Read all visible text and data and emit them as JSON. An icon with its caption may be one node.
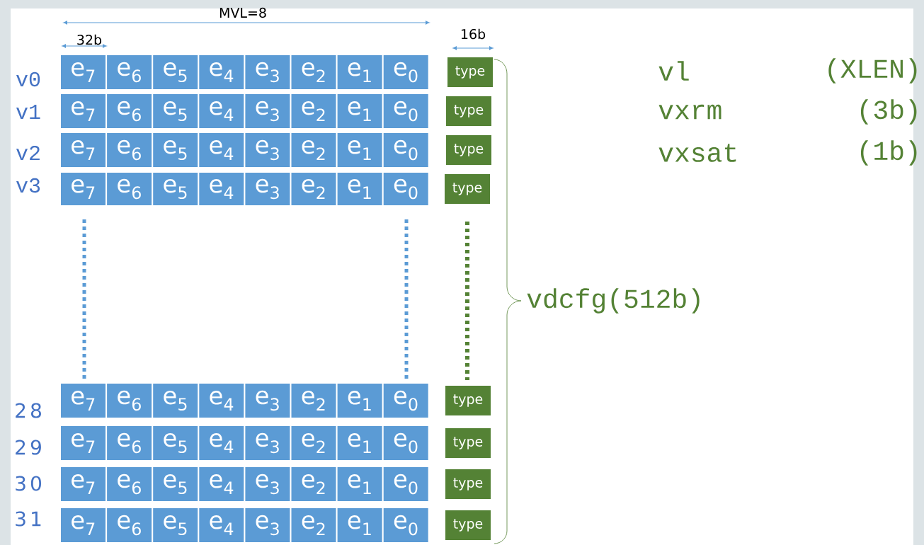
{
  "diagram": {
    "nodes": [
      {
        "text": [
          "e$_{7}$"
        ]
      },
      {
        "text": [
          "e$_{6}$"
        ]
      },
      {
        "text": [
          "e$_{5}$"
        ]
      },
      {
        "text": [
          "e$_{4}$"
        ]
      },
      {
        "text": [
          "e$_{3}$"
        ]
      },
      {
        "text": [
          "e$_{2}$"
        ]
      },
      {
        "text": [
          "e$_{1}$"
        ]
      },
      {
        "text": [
          "e$_{0}$"
        ]
      },
      {
        "text": [
          "type"
        ]
      },
      {
        "text": [
          "e$_{7}$"
        ]
      },
      {
        "text": [
          "e$_{6}$"
        ]
      },
      {
        "text": [
          "e$_{5}$"
        ]
      },
      {
        "text": [
          "e$_{4}$"
        ]
      },
      {
        "text": [
          "e$_{3}$"
        ]
      },
      {
        "text": [
          "e$_{2}$"
        ]
      },
      {
        "text": [
          "e$_{1}$"
        ]
      },
      {
        "text": [
          "e$_{0}$"
        ]
      },
      {
        "text": [
          "type"
        ]
      },
      {
        "text": [
          "e$_{7}$"
        ]
      },
      {
        "text": [
          "e$_{6}$"
        ]
      },
      {
        "text": [
          "e$_{5}$"
        ]
      },
      {
        "text": [
          "e$_{4}$"
        ]
      },
      {
        "text": [
          "e$_{3}$"
        ]
      },
      {
        "text": [
          "e$_{2}$"
        ]
      },
      {
        "text": [
          "e$_{1}$"
        ]
      },
      {
        "text": [
          "e$_{0}$"
        ]
      },
      {
        "text": [
          "type"
        ]
      },
      {
        "text": [
          "e$_{7}$"
        ]
      },
      {
        "text": [
          "e$_{6}$"
        ]
      },
      {
        "text": [
          "e$_{5}$"
        ]
      },
      {
        "text": [
          "e$_{4}$"
        ]
      },
      {
        "text": [
          "e$_{3}$"
        ]
      },
      {
        "text": [
          "e$_{2}$"
        ]
      },
      {
        "text": [
          "e$_{1}$"
        ]
      },
      {
        "text": [
          "e$_{0}$"
        ]
      },
      {
        "text": [
          "type"
        ]
      },
      {
        "text": [
          "e$_{7}$"
        ]
      },
      {
        "text": [
          "e$_{6}$"
        ]
      },
      {
        "text": [
          "e$_{5}$"
        ]
      },
      {
        "text": [
          "e$_{4}$"
        ]
      },
      {
        "text": [
          "e$_{3}$"
        ]
      },
      {
        "text": [
          "e$_{2}$"
        ]
      },
      {
        "text": [
          "e$_{1}$"
        ]
      },
      {
        "text": [
          "e$_{0}$"
        ]
      },
      {
        "text": [
          "type"
        ]
      },
      {
        "text": [
          "e$_{7}$"
        ]
      },
      {
        "text": [
          "e$_{6}$"
        ]
      },
      {
        "text": [
          "e$_{5}$"
        ]
      },
      {
        "text": [
          "e$_{4}$"
        ]
      },
      {
        "text": [
          "e$_{3}$"
        ]
      },
      {
        "text": [
          "e$_{2}$"
        ]
      },
      {
        "text": [
          "e$_{1}$"
        ]
      },
      {
        "text": [
          "e$_{0}$"
        ]
      },
      {
        "text": [
          "type"
        ]
      },
      {
        "text": [
          "e$_{7}$"
        ]
      },
      {
        "text": [
          "e$_{6}$"
        ]
      },
      {
        "text": [
          "e$_{5}$"
        ]
      },
      {
        "text": [
          "e$_{4}$"
        ]
      },
      {
        "text": [
          "e$_{3}$"
        ]
      },
      {
        "text": [
          "e$_{2}$"
        ]
      },
      {
        "text": [
          "e$_{1}$"
        ]
      },
      {
        "text": [
          "e$_{0}$"
        ]
      },
      {
        "text": [
          "type"
        ]
      },
      {
        "text": [
          "e$_{7}$"
        ]
      },
      {
        "text": [
          "e$_{6}$"
        ]
      },
      {
        "text": [
          "e$_{5}$"
        ]
      },
      {
        "text": [
          "e$_{4}$"
        ]
      },
      {
        "text": [
          "e$_{3}$"
        ]
      },
      {
        "text": [
          "e$_{2}$"
        ]
      },
      {
        "text": [
          "e$_{1}$"
        ]
      },
      {
        "text": [
          "e$_{0}$"
        ]
      },
      {
        "text": [
          "type"
        ]
      }
    ],
    "labels": [
      "MVL=8",
      "32b",
      "16b",
      "v0",
      "vl",
      "(XLEN)",
      "v1",
      "vxrm",
      "(3b)",
      "v2",
      "vxsat",
      "(1b)",
      "v3",
      "vdcfg(512b)",
      "28",
      "29",
      "30",
      "31"
    ]
  }
}
